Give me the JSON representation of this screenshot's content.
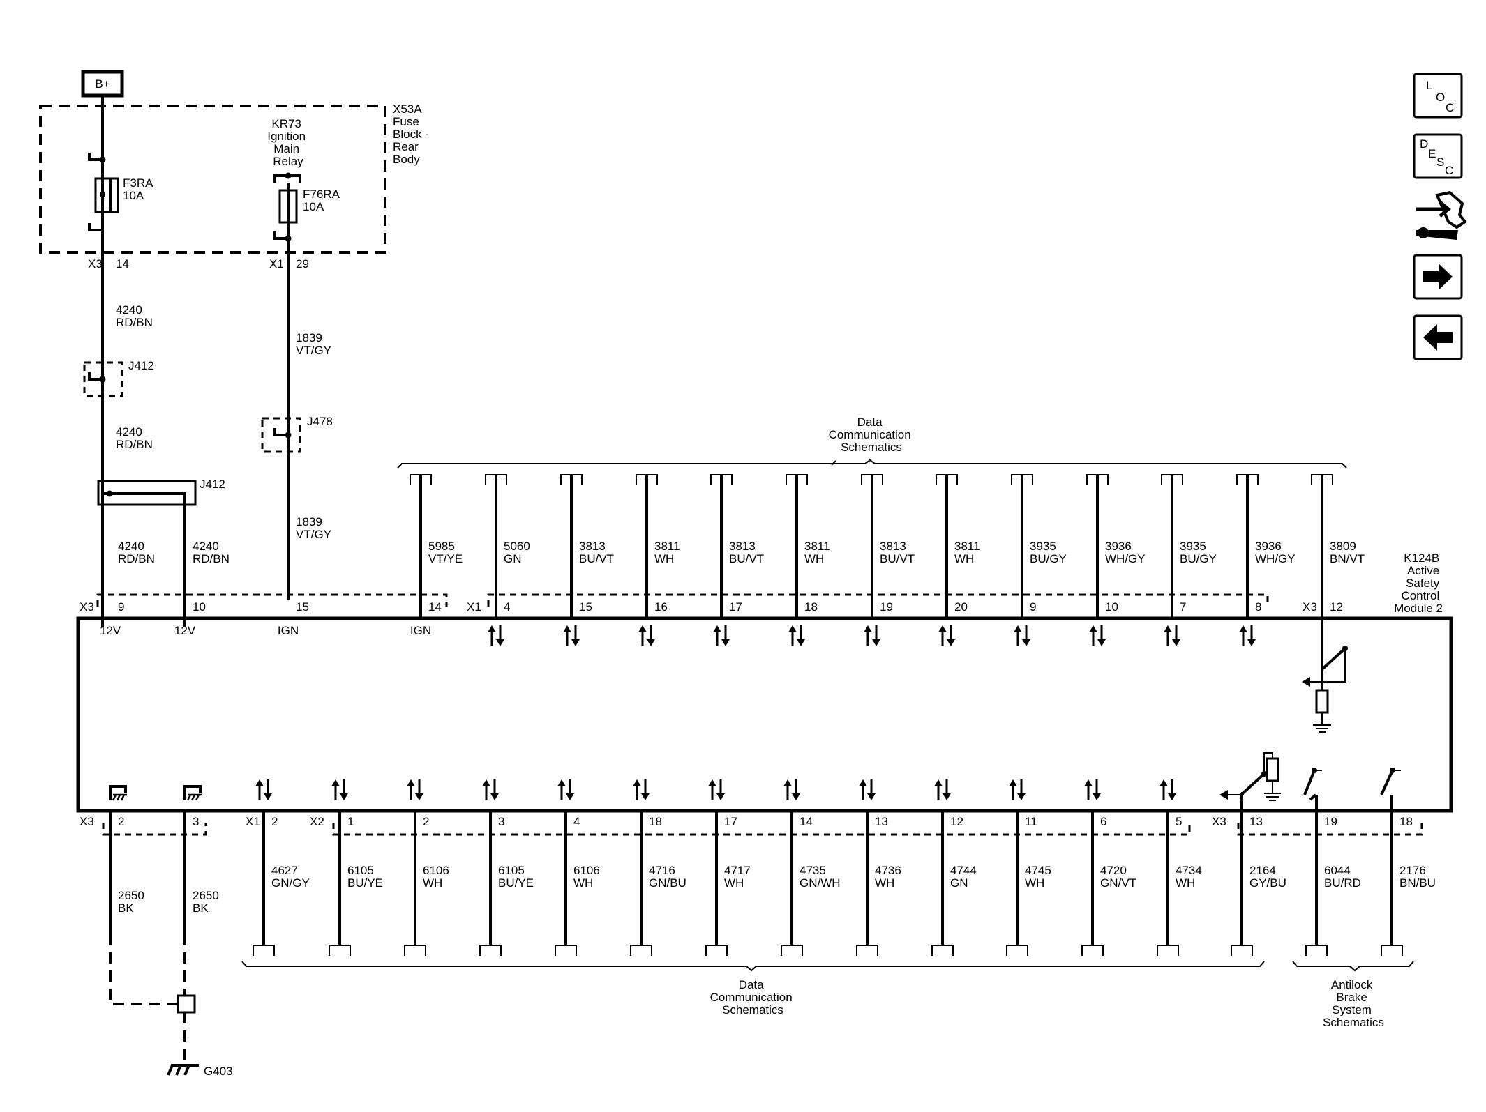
{
  "power": {
    "label": "B+"
  },
  "fuse_block": {
    "title": [
      "X53A",
      "Fuse",
      "Block -",
      "Rear",
      "Body"
    ],
    "relay": [
      "KR73",
      "Ignition",
      "Main",
      "Relay"
    ],
    "fuse1": [
      "F3RA",
      "10A"
    ],
    "fuse2": [
      "F76RA",
      "10A"
    ],
    "out1": {
      "connector": "X3",
      "pin": "14"
    },
    "out2": {
      "connector": "X1",
      "pin": "29"
    }
  },
  "splices": {
    "j412_upper": "J412",
    "j412_lower": "J412",
    "j478": "J478"
  },
  "wire_4240": [
    "4240",
    "RD/BN"
  ],
  "wire_1839": [
    "1839",
    "VT/GY"
  ],
  "module": {
    "name": [
      "K124B",
      "Active",
      "Safety",
      "Control",
      "Module 2"
    ],
    "supply_labels": [
      "12V",
      "12V",
      "IGN",
      "IGN"
    ]
  },
  "top_connectors": [
    "X3",
    "X1",
    "X3"
  ],
  "bottom_connectors": [
    "X3",
    "X1",
    "X2",
    "X3"
  ],
  "top_pins": [
    {
      "pin": "9",
      "circuit": "4240",
      "color": "RD/BN"
    },
    {
      "pin": "10",
      "circuit": "4240",
      "color": "RD/BN"
    },
    {
      "pin": "15",
      "circuit": "1839",
      "color": "VT/GY"
    },
    {
      "pin": "14",
      "circuit": "5985",
      "color": "VT/YE"
    },
    {
      "pin": "4",
      "circuit": "5060",
      "color": "GN"
    },
    {
      "pin": "15",
      "circuit": "3813",
      "color": "BU/VT"
    },
    {
      "pin": "16",
      "circuit": "3811",
      "color": "WH"
    },
    {
      "pin": "17",
      "circuit": "3813",
      "color": "BU/VT"
    },
    {
      "pin": "18",
      "circuit": "3811",
      "color": "WH"
    },
    {
      "pin": "19",
      "circuit": "3813",
      "color": "BU/VT"
    },
    {
      "pin": "20",
      "circuit": "3811",
      "color": "WH"
    },
    {
      "pin": "9",
      "circuit": "3935",
      "color": "BU/GY"
    },
    {
      "pin": "10",
      "circuit": "3936",
      "color": "WH/GY"
    },
    {
      "pin": "7",
      "circuit": "3935",
      "color": "BU/GY"
    },
    {
      "pin": "8",
      "circuit": "3936",
      "color": "WH/GY"
    },
    {
      "pin": "12",
      "circuit": "3809",
      "color": "BN/VT"
    }
  ],
  "bottom_pins": [
    {
      "pin": "2",
      "circuit": "2650",
      "color": "BK"
    },
    {
      "pin": "3",
      "circuit": "2650",
      "color": "BK"
    },
    {
      "pin": "2",
      "circuit": "4627",
      "color": "GN/GY"
    },
    {
      "pin": "1",
      "circuit": "6105",
      "color": "BU/YE"
    },
    {
      "pin": "2",
      "circuit": "6106",
      "color": "WH"
    },
    {
      "pin": "3",
      "circuit": "6105",
      "color": "BU/YE"
    },
    {
      "pin": "4",
      "circuit": "6106",
      "color": "WH"
    },
    {
      "pin": "18",
      "circuit": "4716",
      "color": "GN/BU"
    },
    {
      "pin": "17",
      "circuit": "4717",
      "color": "WH"
    },
    {
      "pin": "14",
      "circuit": "4735",
      "color": "GN/WH"
    },
    {
      "pin": "13",
      "circuit": "4736",
      "color": "WH"
    },
    {
      "pin": "12",
      "circuit": "4744",
      "color": "GN"
    },
    {
      "pin": "11",
      "circuit": "4745",
      "color": "WH"
    },
    {
      "pin": "6",
      "circuit": "4720",
      "color": "GN/VT"
    },
    {
      "pin": "5",
      "circuit": "4734",
      "color": "WH"
    },
    {
      "pin": "13",
      "circuit": "2164",
      "color": "GY/BU"
    },
    {
      "pin": "19",
      "circuit": "6044",
      "color": "BU/RD"
    },
    {
      "pin": "18",
      "circuit": "2176",
      "color": "BN/BU"
    }
  ],
  "ground": {
    "label": "G403"
  },
  "references": {
    "top": [
      "Data",
      "Communication",
      "Schematics"
    ],
    "bottom": [
      "Data",
      "Communication",
      "Schematics"
    ],
    "abs": [
      "Antilock",
      "Brake",
      "System",
      "Schematics"
    ]
  },
  "nav": {
    "loc": [
      "L",
      "O",
      "C"
    ],
    "desc": [
      "D",
      "E",
      "S",
      "C"
    ]
  }
}
